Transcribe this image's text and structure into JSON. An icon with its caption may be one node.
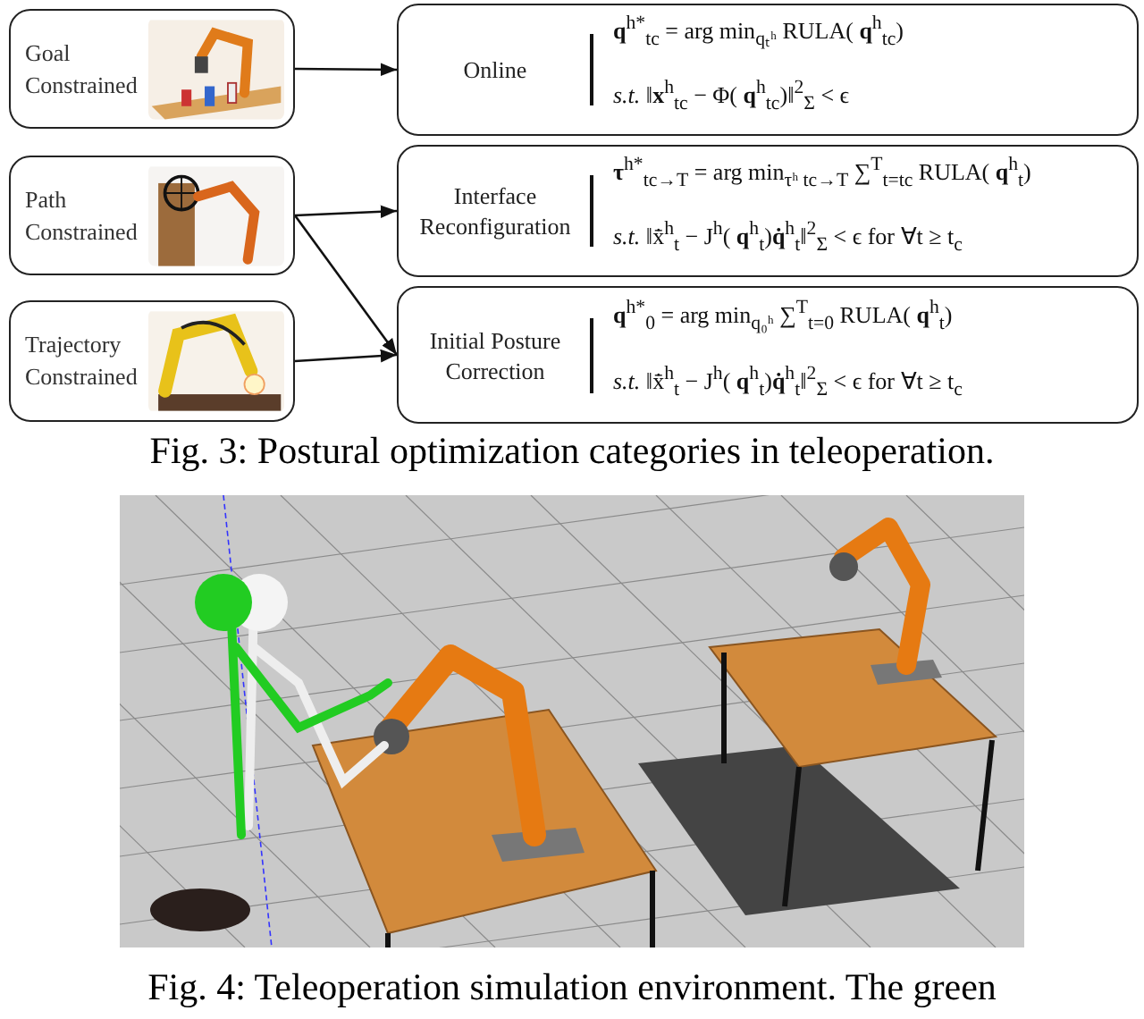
{
  "diagram": {
    "caption": "Fig. 3: Postural optimization categories in teleoperation.",
    "nodes": [
      {
        "text": [
          "Goal Constrained"
        ]
      },
      {
        "text": [
          "Path Constrained"
        ]
      },
      {
        "text": [
          "Trajectory Constrained"
        ]
      },
      {
        "text": [
          "Online",
          "**q**$^{h*}$$_{tc}$ = arg min$_{qₜʰ}$ RULA( **q**$^{h}$$_{tc}$)",
          "*s.t.* ‖**x**$^{h}$$_{tc}$ − Φ( **q**$^{h}$$_{tc}$)‖$^{2}$$_{Σ}$ < ϵ"
        ]
      },
      {
        "text": [
          "Interface Reconfiguration",
          "**τ**$^{h*}$$_{tc→T}$ = arg min$_{τʰ tc→T}$ ∑$^{T}$$_{t=tc}$ RULA( **q**$^{h}$$_{t}$)",
          "*s.t.* ‖x̄̇$^{h}$$_{t}$ − J$^{h}$( **q**$^{h}$$_{t}$)**q̇**$^{h}$$_{t}$‖$^{2}$$_{Σ}$ < ϵ  for ∀t ≥ t$_{c}$"
        ]
      },
      {
        "text": [
          "Initial Posture Correction",
          "**q**$^{h*}$$_{0}$ = arg min$_{q₀ʰ}$ ∑$^{T}$$_{t=0}$ RULA( **q**$^{h}$$_{t}$)",
          "*s.t.* ‖x̄̇$^{h}$$_{t}$ − J$^{h}$( **q**$^{h}$$_{t}$)**q̇**$^{h}$$_{t}$‖$^{2}$$_{Σ}$ < ϵ  for ∀t ≥ t$_{c}$"
        ]
      }
    ],
    "edges": [
      {
        "from": 0,
        "to": 3,
        "arrow": "to"
      },
      {
        "from": 1,
        "to": 4,
        "arrow": "to"
      },
      {
        "from": 1,
        "to": 5,
        "arrow": "to"
      },
      {
        "from": 2,
        "to": 5,
        "arrow": "to"
      }
    ],
    "labels": [
      "Fig. 4: Teleoperation simulation environment. The green"
    ]
  }
}
